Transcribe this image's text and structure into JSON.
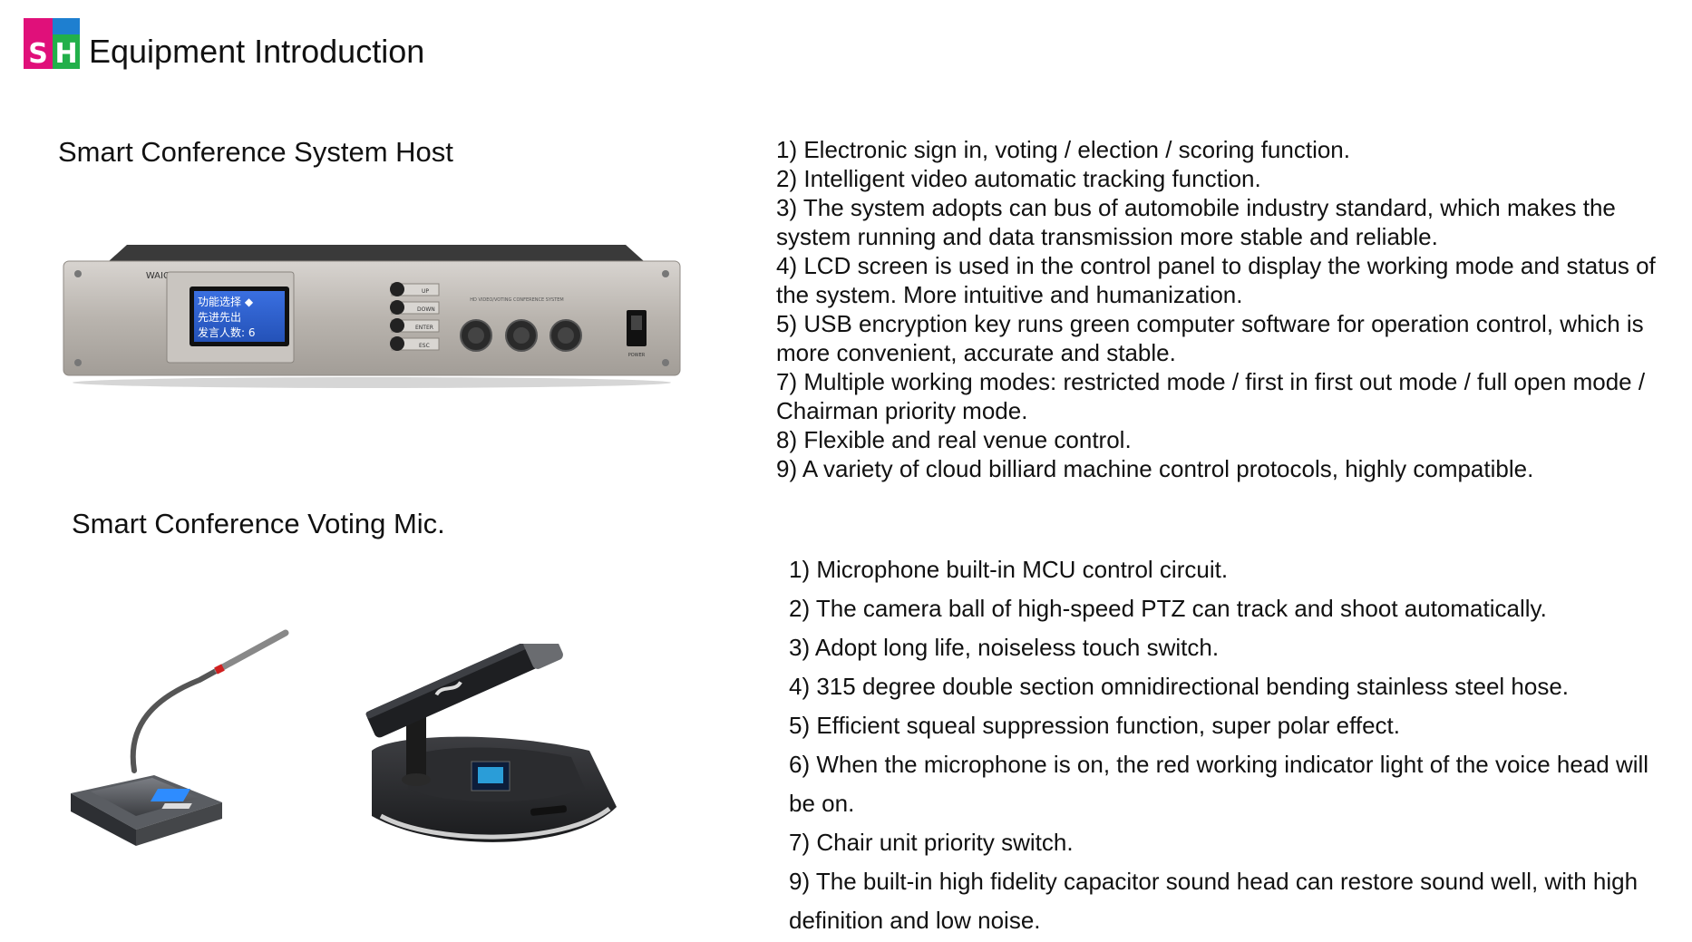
{
  "header": {
    "logo_text": "SH",
    "title": "Equipment Introduction"
  },
  "host": {
    "title": "Smart Conference System Host",
    "device": {
      "brand": "WAICPA",
      "panel_text": "HD VIDEO/VOTING CONFERENCE SYSTEM",
      "lcd_lines": [
        "功能选择 ◆",
        "先进先出",
        "发言人数: 6"
      ],
      "buttons": [
        "UP",
        "DOWN",
        "ENTER",
        "ESC"
      ],
      "power_label": "POWER"
    },
    "features": [
      "1) Electronic sign in, voting / election / scoring function.",
      "2) Intelligent video automatic tracking function.",
      "3) The system adopts can bus of automobile industry standard, which makes the system running and data transmission more stable and reliable.",
      "4) LCD screen is used in the control panel to display the working mode and status of the system. More intuitive and humanization.",
      "5) USB encryption key runs green computer software for operation control, which is more convenient, accurate and stable.",
      "7) Multiple working modes: restricted mode / first in first out mode / full open mode / Chairman priority mode.",
      "8) Flexible and real venue control.",
      "9) A variety of cloud billiard machine control protocols, highly compatible."
    ]
  },
  "mic": {
    "title": "Smart Conference Voting Mic.",
    "features": [
      "1) Microphone built-in MCU control circuit.",
      "2) The camera ball of high-speed PTZ can track and shoot automatically.",
      "3) Adopt long life, noiseless touch switch.",
      "4) 315 degree double section omnidirectional bending stainless steel hose.",
      "5) Efficient squeal suppression function, super polar effect.",
      "6) When the microphone is on, the red working indicator light of the voice head will be on.",
      "7) Chair unit priority switch.",
      "9) The built-in high fidelity capacitor sound head can restore sound well, with high definition and low noise."
    ]
  },
  "colors": {
    "logo_pink": "#e0107a",
    "logo_blue": "#1e7fd0",
    "logo_green": "#22b04a"
  }
}
